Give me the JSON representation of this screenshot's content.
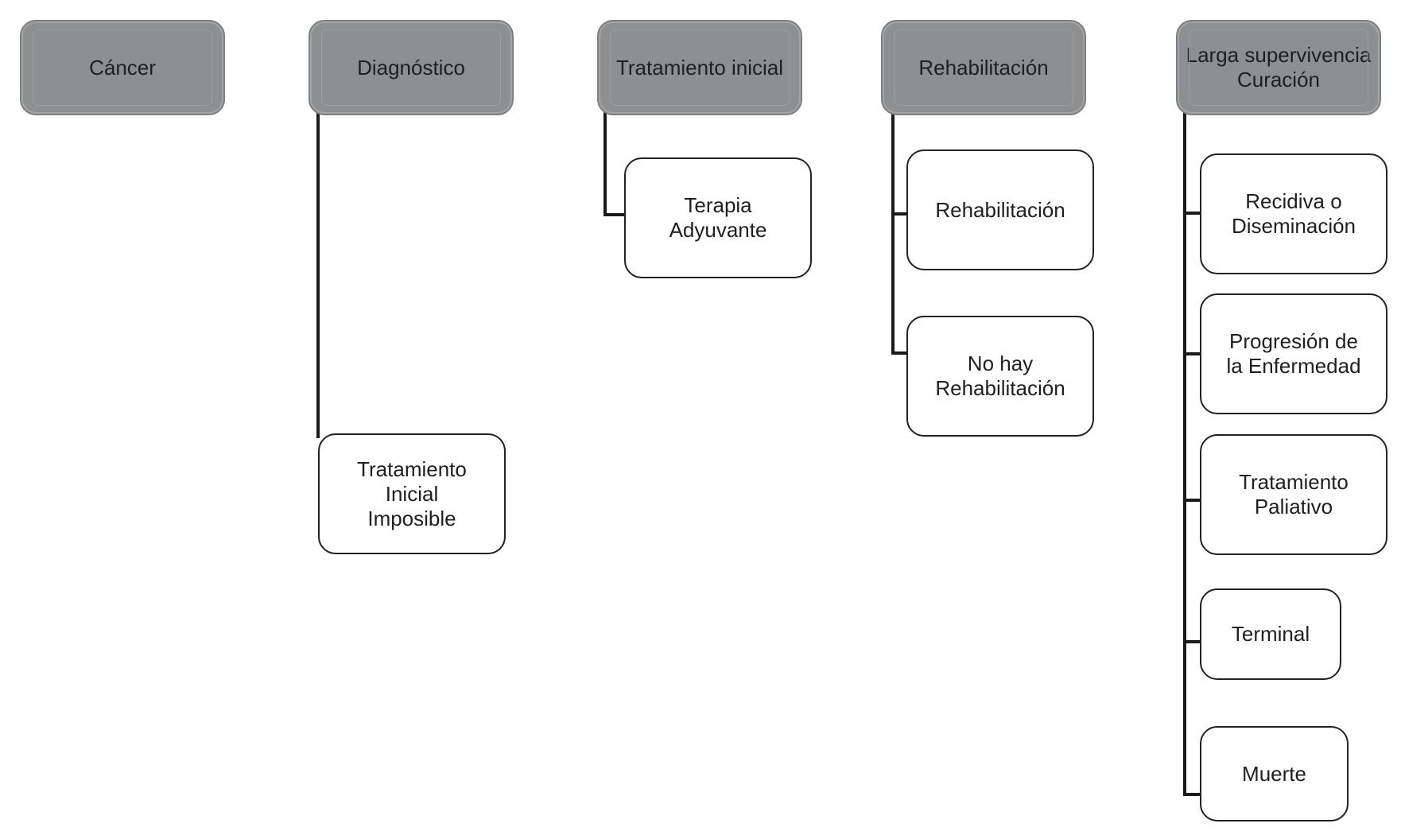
{
  "stages": [
    {
      "id": "cancer",
      "label": "Cáncer"
    },
    {
      "id": "diagnostico",
      "label": "Diagnóstico"
    },
    {
      "id": "tratamiento-inicial",
      "label": "Tratamiento inicial"
    },
    {
      "id": "rehabilitacion",
      "label": "Rehabilitación"
    },
    {
      "id": "larga-supervivencia",
      "label": "Larga supervivencia\nCuración"
    }
  ],
  "outcomes": {
    "diagnostico": [
      {
        "id": "tratamiento-inicial-imposible",
        "label": "Tratamiento\nInicial\nImposible"
      }
    ],
    "tratamiento_inicial": [
      {
        "id": "terapia-adyuvante",
        "label": "Terapia\nAdyuvante"
      }
    ],
    "rehabilitacion": [
      {
        "id": "rehabilitacion",
        "label": "Rehabilitación"
      },
      {
        "id": "no-hay-rehabilitacion",
        "label": "No hay\nRehabilitación"
      }
    ],
    "larga_supervivencia": [
      {
        "id": "recidiva-diseminacion",
        "label": "Recidiva o\nDiseminación"
      },
      {
        "id": "progresion-enfermedad",
        "label": "Progresión de\nla Enfermedad"
      },
      {
        "id": "tratamiento-paliativo",
        "label": "Tratamiento\nPaliativo"
      },
      {
        "id": "terminal",
        "label": "Terminal"
      },
      {
        "id": "muerte",
        "label": "Muerte"
      }
    ]
  },
  "colors": {
    "stage_fill": "#8d8f91",
    "node_fill": "#ffffff",
    "connector": "#1a1a1a",
    "text": "#1f1f1f"
  }
}
